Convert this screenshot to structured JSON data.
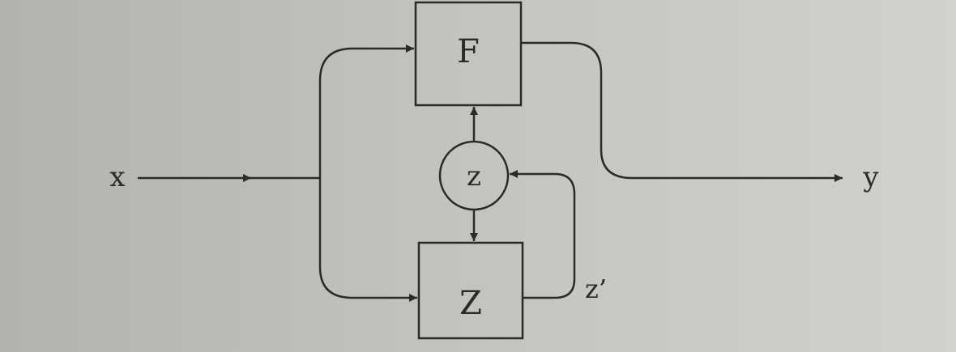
{
  "diagram": {
    "input_label": "x",
    "output_label": "y",
    "box_top_label": "F",
    "box_bottom_label": "Z",
    "state_label": "z",
    "feedback_label": "z’",
    "colors": {
      "ink": "#2a2a28"
    }
  }
}
